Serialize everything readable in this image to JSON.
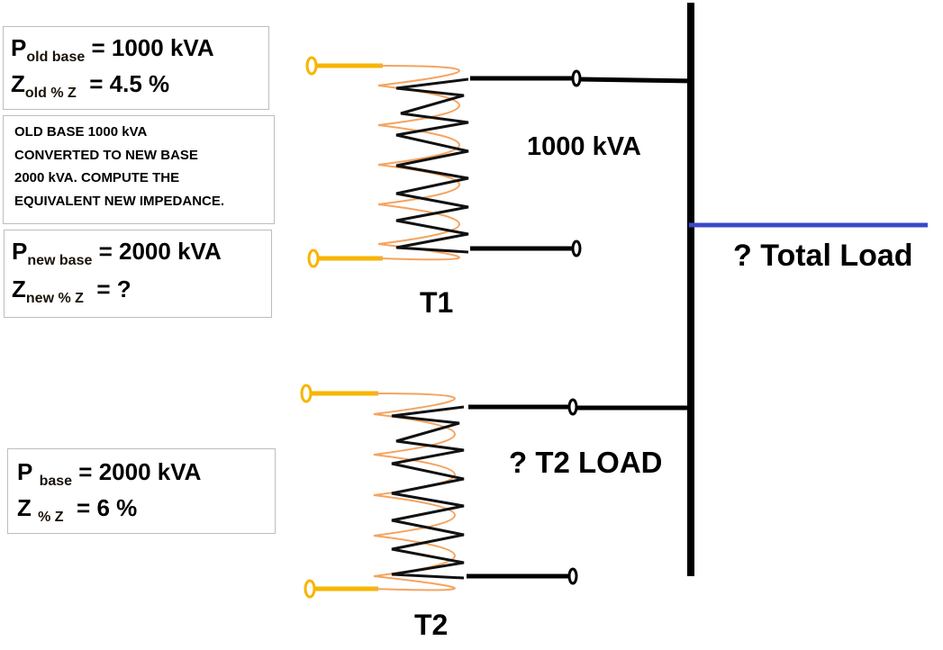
{
  "boxes": {
    "old": {
      "p_sym": "P",
      "p_sub": "old base",
      "p_val": "= 1000 kVA",
      "z_sym": "Z",
      "z_sub": "old % Z",
      "z_val": "= 4.5 %"
    },
    "note": {
      "lines": [
        "OLD BASE 1000 kVA",
        "CONVERTED TO  NEW BASE",
        "2000 kVA. COMPUTE THE",
        "EQUIVALENT NEW IMPEDANCE."
      ]
    },
    "new": {
      "p_sym": "P",
      "p_sub": "new base",
      "p_val": "= 2000 kVA",
      "z_sym": "Z",
      "z_sub": "new % Z",
      "z_val": "=  ?"
    },
    "t2": {
      "p_sym": "P",
      "p_sub": "base",
      "p_val": "= 2000 kVA",
      "z_sym": "Z",
      "z_sub": "% Z",
      "z_val": "=  6 %"
    }
  },
  "labels": {
    "t1_name": "T1",
    "t1_load": "1000 kVA",
    "t2_name": "T2",
    "t2_load": "? T2 LOAD",
    "total_load": "? Total Load"
  },
  "colors": {
    "primary_winding": "#f7b500",
    "coil": "#f4a460",
    "bus": "#000000",
    "load_line": "#3b48c8"
  }
}
